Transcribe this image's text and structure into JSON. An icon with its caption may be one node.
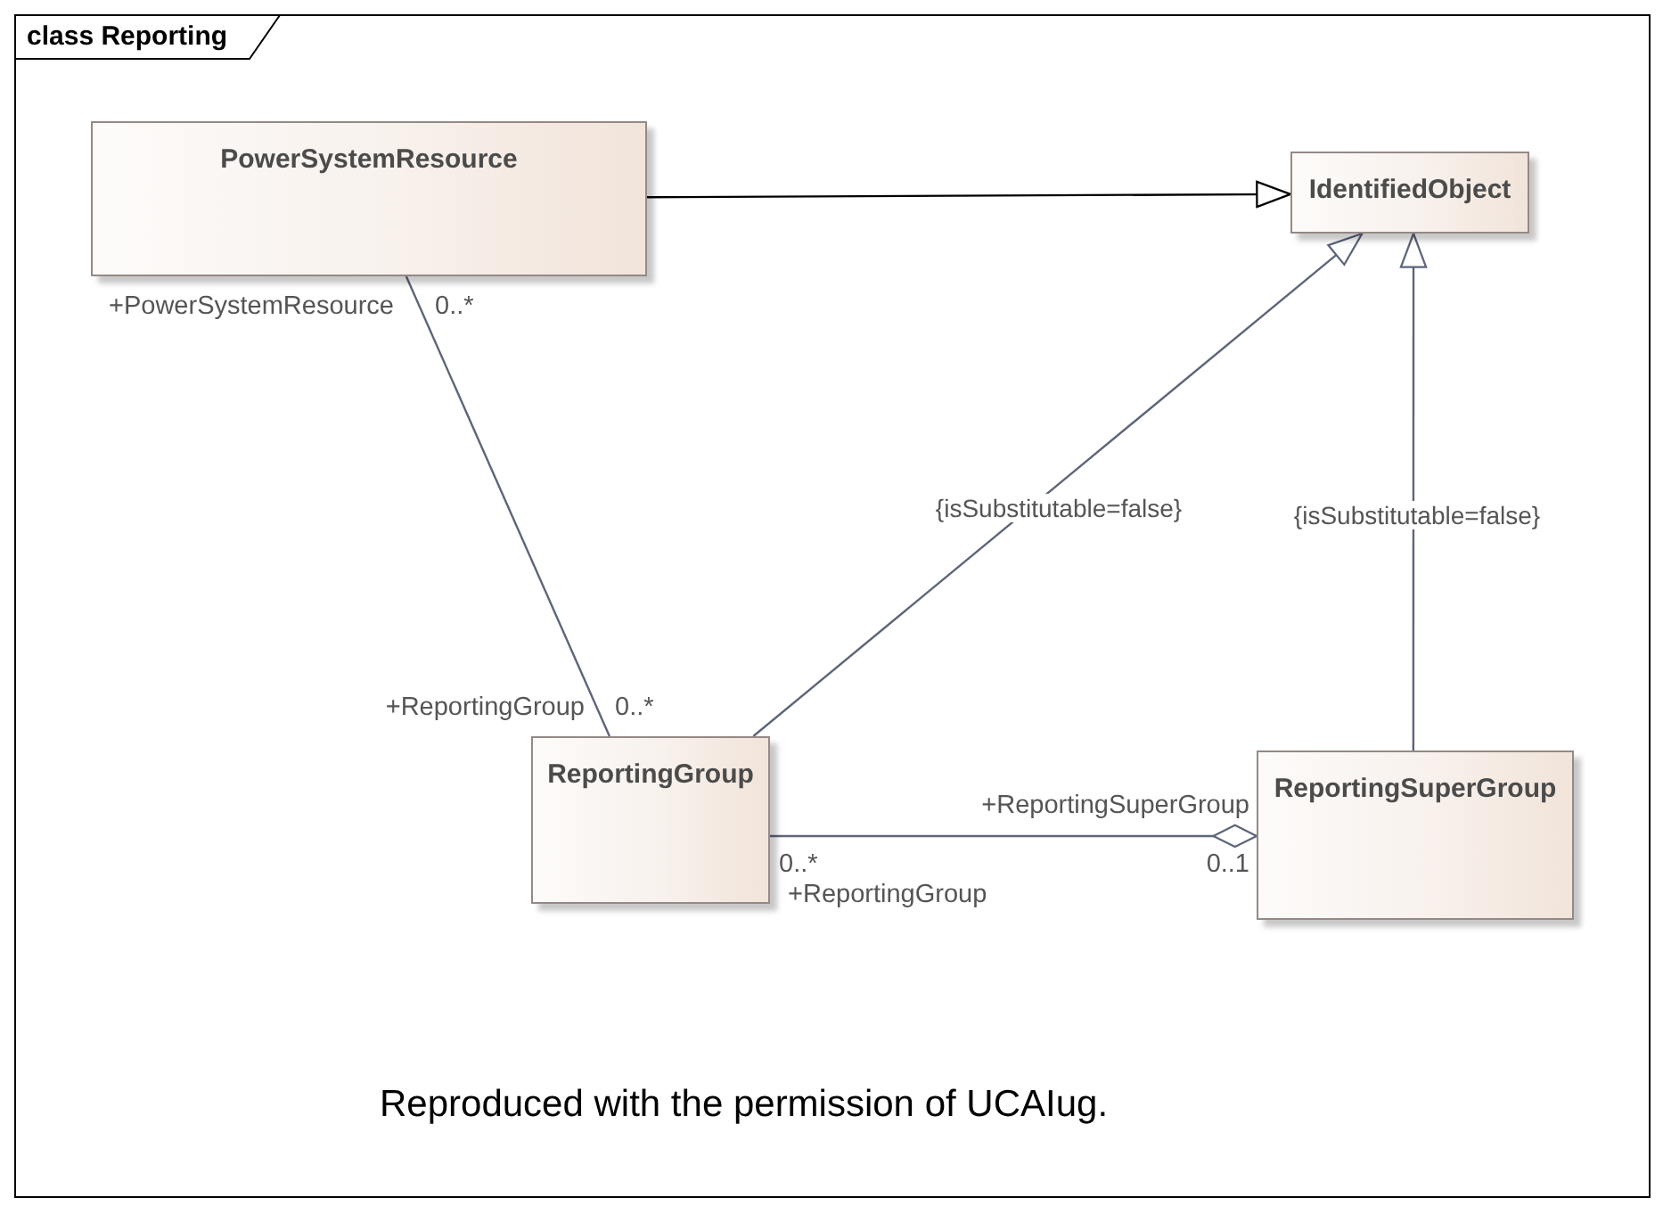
{
  "diagram": {
    "title": "class Reporting",
    "caption": "Reproduced with the permission of UCAIug.",
    "nodes": [
      {
        "text": [
          "PowerSystemResource"
        ]
      },
      {
        "text": [
          "IdentifiedObject"
        ]
      },
      {
        "text": [
          "ReportingGroup"
        ]
      },
      {
        "text": [
          "ReportingSuperGroup"
        ]
      }
    ],
    "edges": [
      {
        "from": 0,
        "to": 1,
        "arrow": "to",
        "color": "#000000"
      },
      {
        "from": 2,
        "to": 1,
        "arrow": "to",
        "label": "{isSubstitutable=false}"
      },
      {
        "from": 3,
        "to": 1,
        "arrow": "to",
        "label": "{isSubstitutable=false}"
      },
      {
        "from": 0,
        "to": 2,
        "arrow": "none"
      },
      {
        "from": 2,
        "to": 3,
        "arrow": "other"
      }
    ],
    "labels": [
      "+PowerSystemResource",
      "0..*",
      "+ReportingGroup",
      "0..*",
      "+ReportingSuperGroup",
      "0..*",
      "0..1",
      "+ReportingGroup"
    ]
  }
}
